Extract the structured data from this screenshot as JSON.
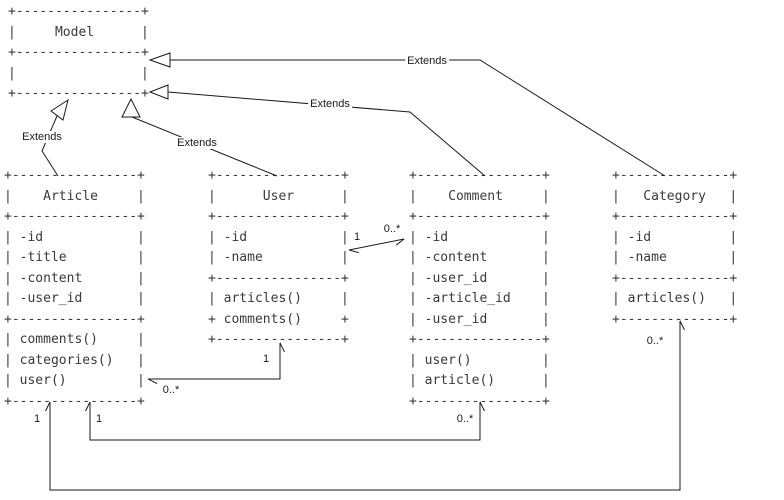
{
  "diagram": {
    "kind_note": "ASCII-art class diagram",
    "classes": [
      {
        "name": "Model",
        "attributes": [],
        "methods": [],
        "ascii": "+----------------+\n|     Model      |\n+----------------+\n|                |\n+----------------+"
      },
      {
        "name": "Article",
        "attributes": [
          "-id",
          "-title",
          "-content",
          "-user_id"
        ],
        "methods": [
          "comments()",
          "categories()",
          "user()"
        ],
        "ascii": "+----------------+\n|    Article     |\n+----------------+\n| -id            |\n| -title         |\n| -content       |\n| -user_id       |\n+----------------+\n| comments()     |\n| categories()   |\n| user()         |\n+----------------+"
      },
      {
        "name": "User",
        "attributes": [
          "-id",
          "-name"
        ],
        "methods": [
          "articles()",
          "comments()"
        ],
        "ascii": "+----------------+\n|      User      |\n+----------------+\n| -id            |\n| -name          |\n+----------------+\n| articles()     |\n+ comments()     +\n+----------------+"
      },
      {
        "name": "Comment",
        "attributes": [
          "-id",
          "-content",
          "-user_id",
          "-article_id",
          "-user_id"
        ],
        "methods": [
          "user()",
          "article()"
        ],
        "ascii": "+----------------+\n|    Comment     |\n+----------------+\n| -id            |\n| -content       |\n| -user_id       |\n| -article_id    |\n| -user_id       |\n+----------------+\n| user()         |\n| article()      |\n+----------------+"
      },
      {
        "name": "Category",
        "attributes": [
          "-id",
          "-name"
        ],
        "methods": [
          "articles()"
        ],
        "ascii": "+--------------+\n|   Category   |\n+--------------+\n| -id          |\n| -name        |\n+--------------+\n| articles()   |\n+--------------+"
      }
    ],
    "inheritance": [
      {
        "child": "Article",
        "parent": "Model",
        "label": "Extends"
      },
      {
        "child": "User",
        "parent": "Model",
        "label": "Extends"
      },
      {
        "child": "Comment",
        "parent": "Model",
        "label": "Extends"
      },
      {
        "child": "Category",
        "parent": "Model",
        "label": "Extends"
      }
    ],
    "associations": [
      {
        "from": "Article",
        "to": "User",
        "from_label": "0..*",
        "to_label": "1"
      },
      {
        "from": "User",
        "to": "Comment",
        "from_label": "1",
        "to_label": "0..*"
      },
      {
        "from": "Article",
        "to": "Comment",
        "from_label": "1",
        "to_label": "0..*"
      },
      {
        "from": "Article",
        "to": "Category",
        "from_label": "1",
        "to_label": "0..*"
      }
    ],
    "colors": {
      "background": "#ffffff",
      "box_text": "#3a3a3a",
      "line": "#1a1a1a"
    }
  }
}
